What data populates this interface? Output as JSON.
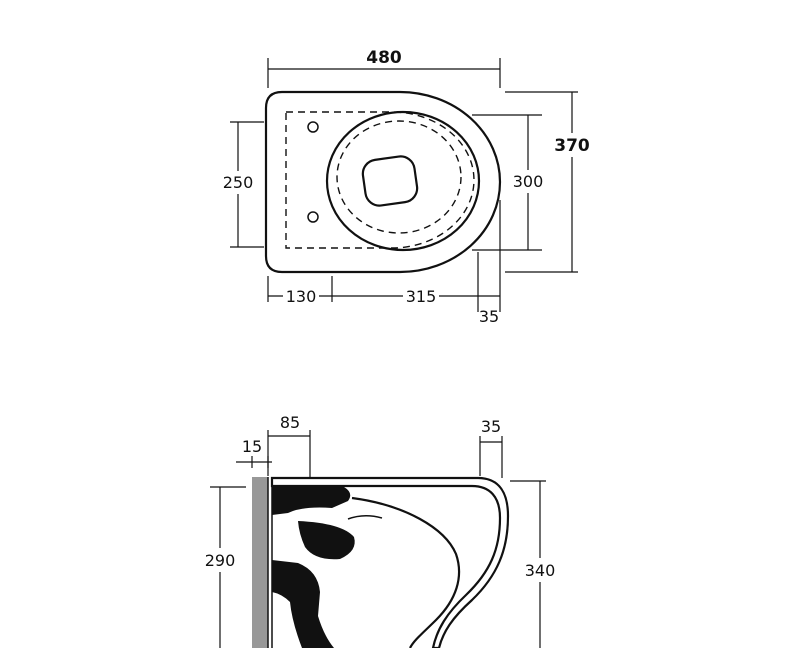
{
  "drawing": {
    "top_view": {
      "width": "480",
      "depth": "370",
      "bowl_depth": "300",
      "seat_width": "250",
      "rear_offset": "130",
      "bowl_length": "315",
      "front_edge": "35"
    },
    "side_view": {
      "fixing_offset": "85",
      "panel_thickness": "15",
      "rim_edge": "35",
      "rear_height": "290",
      "overall_height": "340"
    },
    "colors": {
      "line": "#111111",
      "wall": "#989898",
      "background": "#ffffff"
    }
  }
}
